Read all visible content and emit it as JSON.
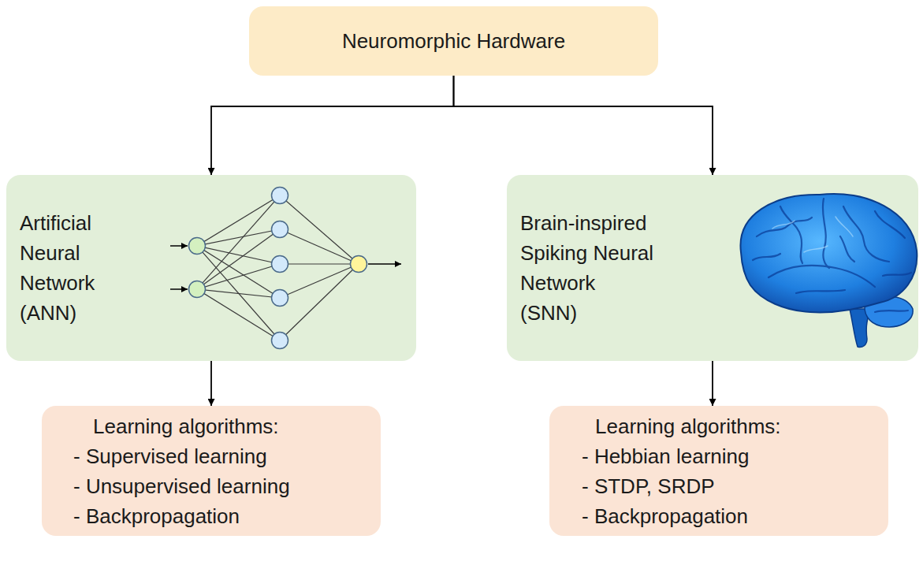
{
  "diagram": {
    "nodes": [
      {
        "text": [
          "Neuromorphic Hardware"
        ]
      },
      {
        "text": [
          "Artificial Neural Network (ANN)"
        ]
      },
      {
        "text": [
          "Brain-inspired Spiking Neural Network (SNN)"
        ]
      },
      {
        "text": [
          "Learning algorithms:",
          "- Supervised learning",
          "- Unsupervised learning",
          "- Backpropagation"
        ]
      },
      {
        "text": [
          "Learning algorithms:",
          "- Hebbian learning",
          "- STDP, SRDP",
          "- Backpropagation"
        ]
      }
    ],
    "edges": [
      {
        "from": 0,
        "to": 1,
        "arrow": "to"
      },
      {
        "from": 0,
        "to": 2,
        "arrow": "to"
      },
      {
        "from": 1,
        "to": 3,
        "arrow": "to"
      },
      {
        "from": 2,
        "to": 4,
        "arrow": "to"
      }
    ]
  }
}
